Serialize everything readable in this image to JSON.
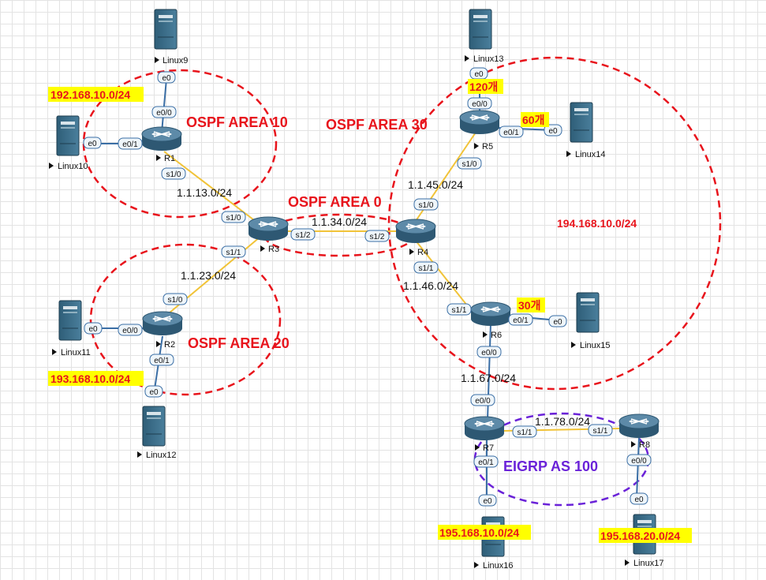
{
  "areas": [
    {
      "id": "area10",
      "label": "OSPF AREA 10"
    },
    {
      "id": "area20",
      "label": "OSPF AREA 20"
    },
    {
      "id": "area0",
      "label": "OSPF AREA 0"
    },
    {
      "id": "area30",
      "label": "OSPF AREA 30"
    },
    {
      "id": "eigrp",
      "label": "EIGRP AS 100"
    }
  ],
  "networks": {
    "n1": "192.168.10.0/24",
    "n2": "193.168.10.0/24",
    "n3": "194.168.10.0/24",
    "n4": "195.168.10.0/24",
    "n5": "195.168.20.0/24"
  },
  "subnets": {
    "s13": "1.1.13.0/24",
    "s23": "1.1.23.0/24",
    "s34": "1.1.34.0/24",
    "s45": "1.1.45.0/24",
    "s46": "1.1.46.0/24",
    "s67": "1.1.67.0/24",
    "s78": "1.1.78.0/24"
  },
  "counts": {
    "c120": "120개",
    "c60": "60개",
    "c30": "30개"
  },
  "routers": {
    "R1": "R1",
    "R2": "R2",
    "R3": "R3",
    "R4": "R4",
    "R5": "R5",
    "R6": "R6",
    "R7": "R7",
    "R8": "R8"
  },
  "hosts": {
    "Linux9": "Linux9",
    "Linux10": "Linux10",
    "Linux11": "Linux11",
    "Linux12": "Linux12",
    "Linux13": "Linux13",
    "Linux14": "Linux14",
    "Linux15": "Linux15",
    "Linux16": "Linux16",
    "Linux17": "Linux17"
  },
  "ifaces": {
    "r1_e00": "e0/0",
    "r1_e01": "e0/1",
    "r1_s10": "s1/0",
    "l9_e0": "e0",
    "l10_e0": "e0",
    "r3_s10": "s1/0",
    "r3_s11": "s1/1",
    "r3_s12": "s1/2",
    "r2_s10": "s1/0",
    "r2_e00": "e0/0",
    "r2_e01": "e0/1",
    "l11_e0": "e0",
    "l12_e0": "e0",
    "r4_s12": "s1/2",
    "r4_s10": "s1/0",
    "r4_s11": "s1/1",
    "r5_s10": "s1/0",
    "r5_e00": "e0/0",
    "r5_e01": "e0/1",
    "l13_e0": "e0",
    "l14_e0": "e0",
    "r6_s11": "s1/1",
    "r6_e01": "e0/1",
    "r6_e00": "e0/0",
    "l15_e0": "e0",
    "r7_e00": "e0/0",
    "r7_s11": "s1/1",
    "r7_e01": "e0/1",
    "l16_e0": "e0",
    "r8_s11": "s1/1",
    "r8_e00": "e0/0",
    "l17_e0": "e0"
  },
  "colors": {
    "ospf_area": "#e8141c",
    "eigrp": "#6a22d8",
    "highlight": "#ffff00",
    "ethernet_link": "#3a6ea5",
    "serial_link": "#f1c338",
    "device": "#3b6a86"
  },
  "icons": {
    "router": "router-icon",
    "host": "server-icon",
    "pointer": "triangle-pointer-icon"
  }
}
